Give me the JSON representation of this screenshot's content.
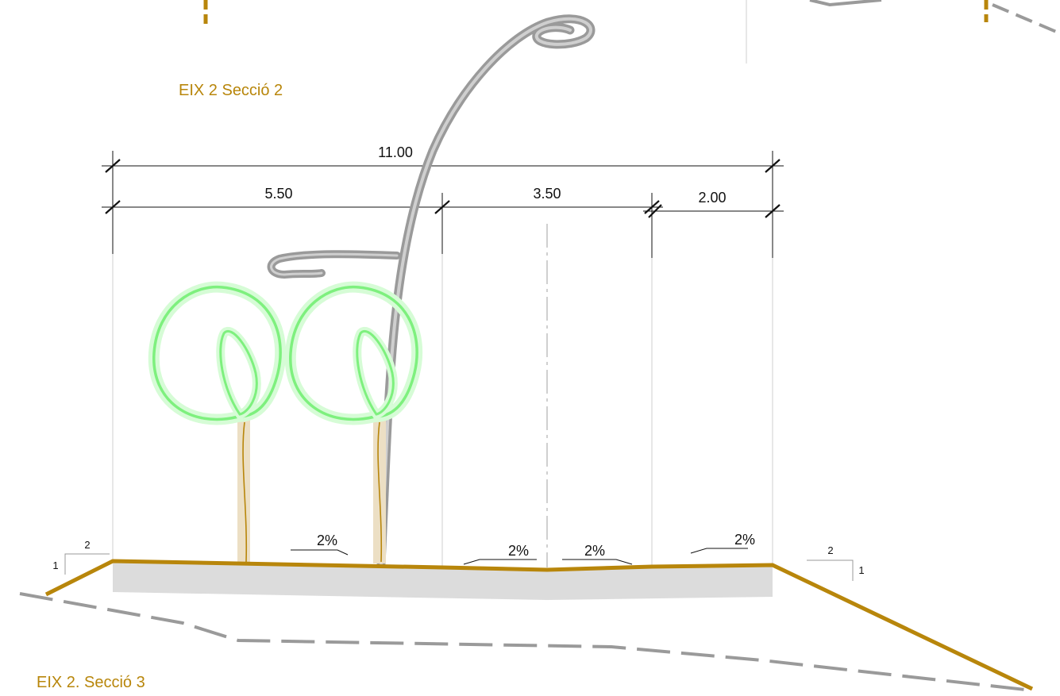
{
  "titles": {
    "section_2": "EIX 2 Secció 2",
    "section_3": "EIX 2. Secció 3"
  },
  "dimensions": {
    "total": "11.00",
    "left_part": "5.50",
    "middle_part": "3.50",
    "right_part": "2.00"
  },
  "slopes": {
    "s1": "2%",
    "s2": "2%",
    "s3": "2%",
    "s4": "2%"
  },
  "slope_ratios": {
    "left_v": "1",
    "left_h": "2",
    "right_h": "2",
    "right_v": "1"
  },
  "colors": {
    "road_profile": "#b8860b",
    "title_text": "#b8860b",
    "tree_outline": "#7ef07e",
    "lamp_post": "#9a9a9a",
    "terrain_dashed": "#9a9a9a",
    "base_fill": "#dcdcdc"
  }
}
